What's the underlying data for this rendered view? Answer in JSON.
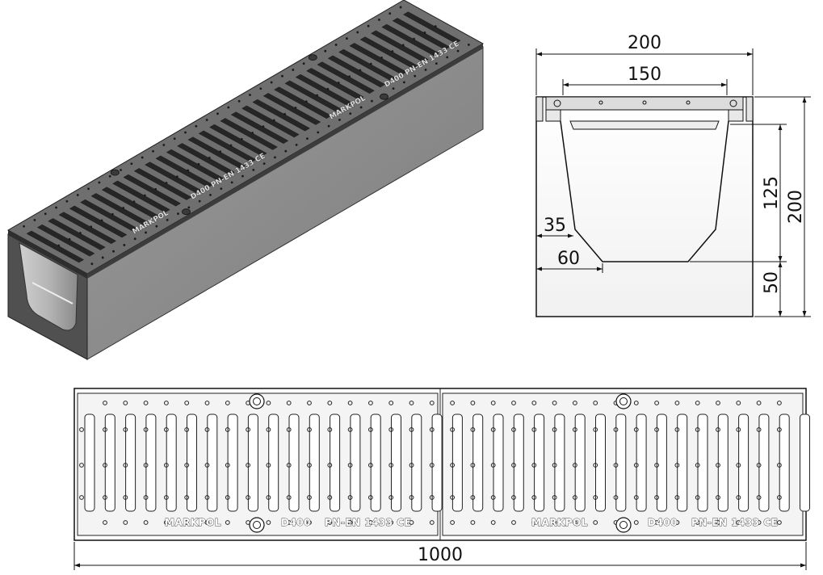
{
  "dimensions": {
    "top_width": "200",
    "grate_width": "150",
    "inner_depth": "125",
    "total_height": "200",
    "wall_offset": "35",
    "bottom_offset": "60",
    "base_thickness": "50",
    "length": "1000"
  },
  "grate_markings": {
    "brand": "MARKPOL",
    "load_class": "D400",
    "standard": "PN-EN 1433 CE"
  },
  "iso_markings": {
    "brand": "MARKPOL",
    "code": "D400 PN-EN 1433 CE"
  },
  "colors": {
    "channel_front": "#545454",
    "channel_side": "#8e8e8e",
    "grate_top": "#6f6f6f",
    "slot": "#262626",
    "line": "#111111"
  }
}
